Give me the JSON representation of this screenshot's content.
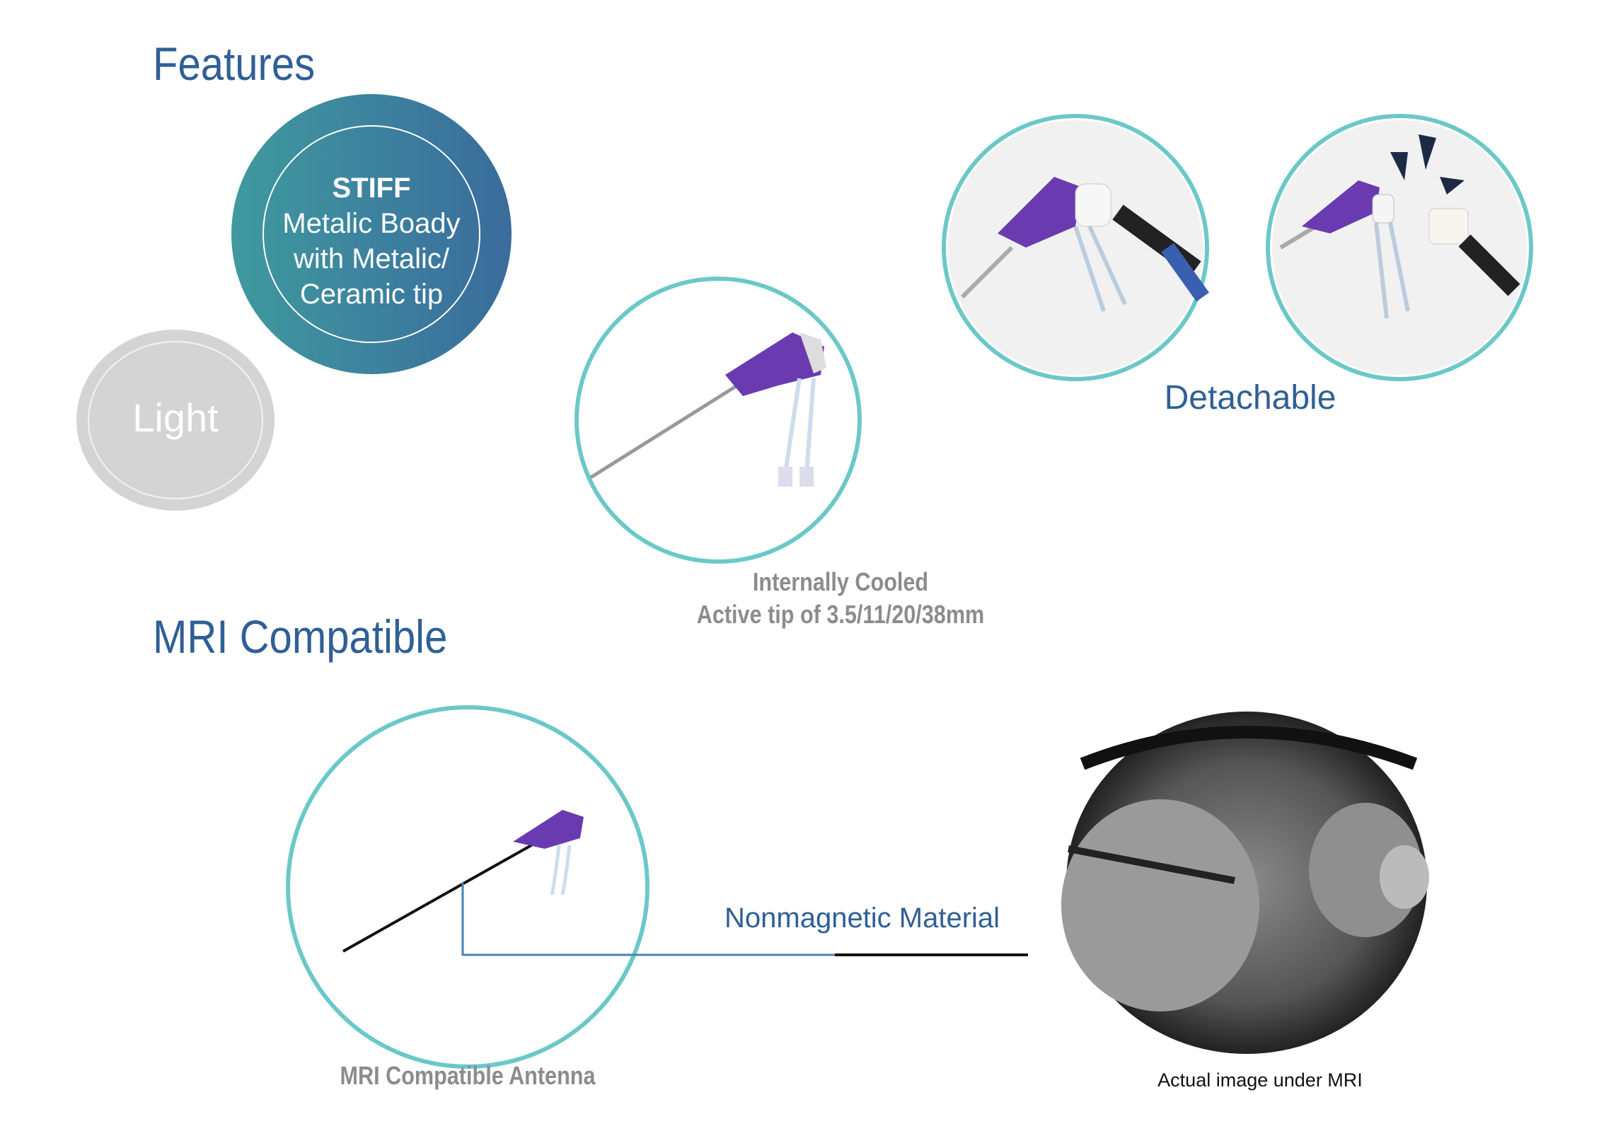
{
  "features": {
    "title": "Features",
    "stiff": {
      "title": "STIFF",
      "lines": [
        "Metalic Boady",
        "with Metalic/",
        "Ceramic tip"
      ]
    },
    "light": "Light",
    "cooled": {
      "line1": "Internally Cooled",
      "line2": "Active tip of 3.5/11/20/38mm"
    },
    "detachable": "Detachable"
  },
  "mri": {
    "title": "MRI Compatible",
    "nonmagnetic": "Nonmagnetic Material",
    "antenna_caption": "MRI Compatible Antenna",
    "image_caption": "Actual image under MRI"
  },
  "colors": {
    "heading": "#2f5f95",
    "ring": "#6cc8c8",
    "handle": "#6a3bb0"
  }
}
